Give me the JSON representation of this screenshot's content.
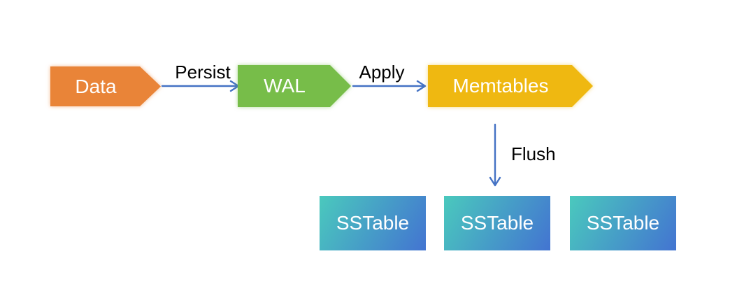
{
  "flow": {
    "data_node": {
      "label": "Data",
      "fill": "#E98438"
    },
    "wal_node": {
      "label": "WAL",
      "fill": "#77BD49"
    },
    "memtables_node": {
      "label": "Memtables",
      "fill": "#EFB811"
    },
    "persist_edge": {
      "label": "Persist"
    },
    "apply_edge": {
      "label": "Apply"
    },
    "flush_edge": {
      "label": "Flush"
    },
    "sstable_nodes": [
      {
        "label": "SSTable"
      },
      {
        "label": "SSTable"
      },
      {
        "label": "SSTable"
      }
    ],
    "colors": {
      "arrow": "#4472C4",
      "node_text": "#FFFFFF",
      "edge_label_text": "#000000",
      "sstable_gradient_start": "#4AC9BD",
      "sstable_gradient_end": "#4374D1",
      "background": "#FFFFFF"
    }
  }
}
